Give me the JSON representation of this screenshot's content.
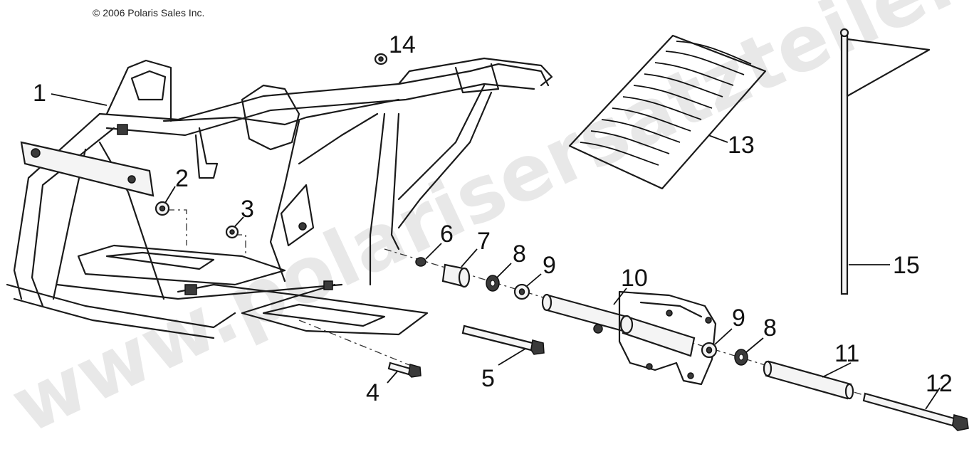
{
  "copyright": "© 2006 Polaris Sales Inc.",
  "watermark": "www.polarisersatzteile.de",
  "callouts": [
    {
      "id": "1",
      "label": "1"
    },
    {
      "id": "2",
      "label": "2"
    },
    {
      "id": "3",
      "label": "3"
    },
    {
      "id": "4",
      "label": "4"
    },
    {
      "id": "5",
      "label": "5"
    },
    {
      "id": "6",
      "label": "6"
    },
    {
      "id": "7",
      "label": "7"
    },
    {
      "id": "8a",
      "label": "8"
    },
    {
      "id": "8b",
      "label": "8"
    },
    {
      "id": "9a",
      "label": "9"
    },
    {
      "id": "9b",
      "label": "9"
    },
    {
      "id": "10",
      "label": "10"
    },
    {
      "id": "11",
      "label": "11"
    },
    {
      "id": "12",
      "label": "12"
    },
    {
      "id": "13",
      "label": "13"
    },
    {
      "id": "14",
      "label": "14"
    },
    {
      "id": "15",
      "label": "15"
    }
  ],
  "colors": {
    "line": "#1a1a1a",
    "watermark": "#e6e6e6",
    "background": "#ffffff"
  }
}
